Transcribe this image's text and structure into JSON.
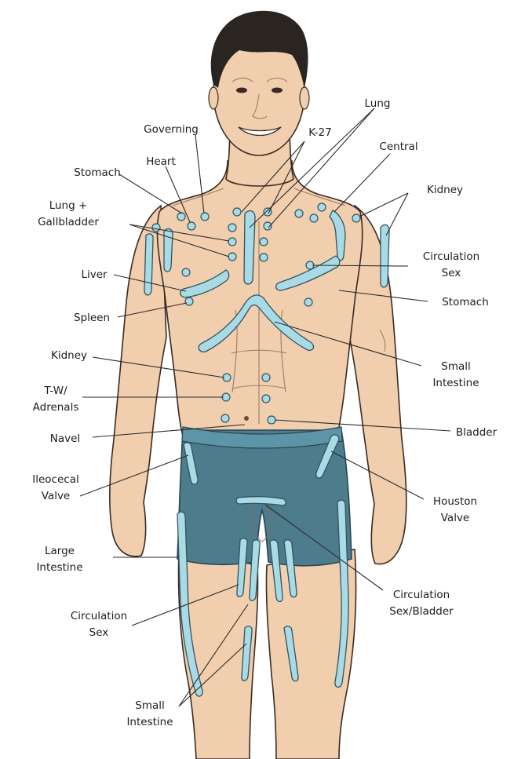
{
  "colors": {
    "zone_fill": "#a9dbe7",
    "skin": "#f1cfae",
    "shorts": "#4d7c8c",
    "hair": "#2b2522"
  },
  "labels": {
    "lung": "Lung",
    "k27": "K-27",
    "governing": "Governing",
    "central": "Central",
    "heart": "Heart",
    "stomach_left": "Stomach",
    "kidney_right": "Kidney",
    "lung_gallbladder_1": "Lung +",
    "lung_gallbladder_2": "Gallbladder",
    "circulation_sex_right_1": "Circulation",
    "circulation_sex_right_2": "Sex",
    "liver": "Liver",
    "stomach_right": "Stomach",
    "spleen": "Spleen",
    "kidney_left": "Kidney",
    "small_intestine_right_1": "Small",
    "small_intestine_right_2": "Intestine",
    "tw_adrenals_1": "T-W/",
    "tw_adrenals_2": "Adrenals",
    "navel": "Navel",
    "bladder": "Bladder",
    "ileocecal_1": "Ileocecal",
    "ileocecal_2": "Valve",
    "houston_1": "Houston",
    "houston_2": "Valve",
    "large_intestine_1": "Large",
    "large_intestine_2": "Intestine",
    "circ_sex_bladder_1": "Circulation",
    "circ_sex_bladder_2": "Sex/Bladder",
    "circulation_sex_left_1": "Circulation",
    "circulation_sex_left_2": "Sex",
    "small_intestine_bottom_1": "Small",
    "small_intestine_bottom_2": "Intestine"
  }
}
